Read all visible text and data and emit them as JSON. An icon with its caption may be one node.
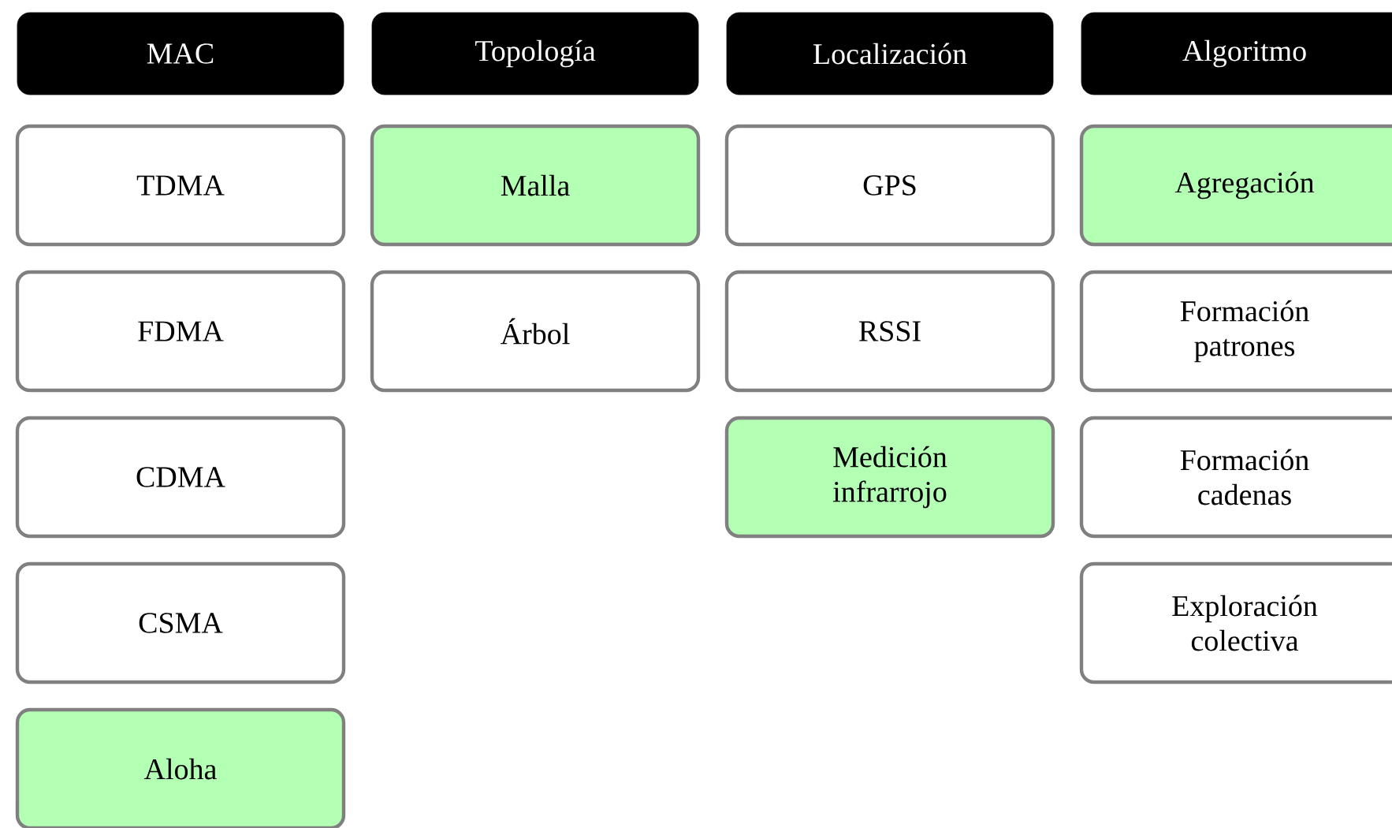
{
  "diagram": {
    "nodes": [
      {
        "text": [
          "MAC"
        ]
      },
      {
        "text": [
          "TDMA"
        ]
      },
      {
        "text": [
          "FDMA"
        ]
      },
      {
        "text": [
          "CDMA"
        ]
      },
      {
        "text": [
          "CSMA"
        ]
      },
      {
        "text": [
          "Aloha"
        ]
      },
      {
        "text": [
          "Topología"
        ]
      },
      {
        "text": [
          "Malla"
        ]
      },
      {
        "text": [
          "Árbol"
        ]
      },
      {
        "text": [
          "Localización"
        ]
      },
      {
        "text": [
          "GPS"
        ]
      },
      {
        "text": [
          "RSSI"
        ]
      },
      {
        "text": [
          "Medición infrarrojo"
        ]
      },
      {
        "text": [
          "Algoritmo"
        ]
      },
      {
        "text": [
          "Agregación"
        ]
      },
      {
        "text": [
          "Formación patrones"
        ]
      },
      {
        "text": [
          "Formación cadenas"
        ]
      },
      {
        "text": [
          "Exploración colectiva"
        ]
      }
    ]
  }
}
